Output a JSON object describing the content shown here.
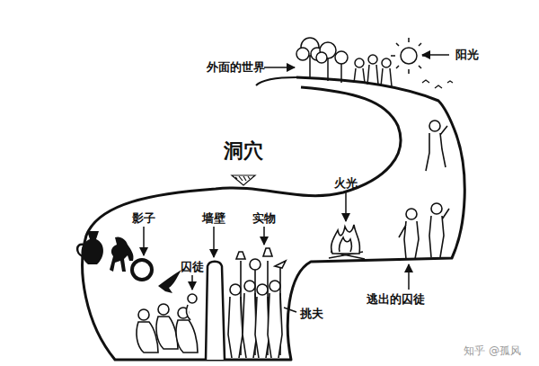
{
  "diagram": {
    "labels": [
      "阳光",
      "外面的世界",
      "洞穴",
      "火光",
      "影子",
      "墙壁",
      "实物",
      "囚徒",
      "逃出的囚徒",
      "挑夫",
      "知乎 @孤风"
    ]
  }
}
